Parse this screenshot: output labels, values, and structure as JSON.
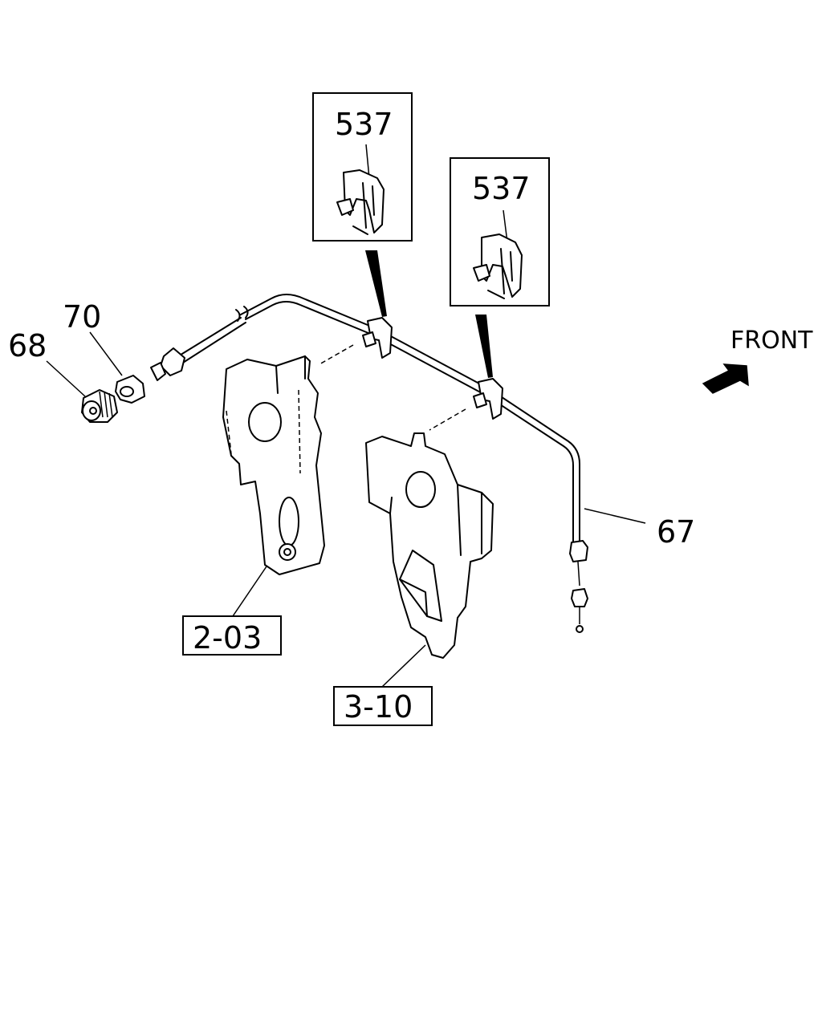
{
  "labels": {
    "front": "FRONT",
    "part_537_top": "537",
    "part_537_right": "537",
    "part_70": "70",
    "part_68": "68",
    "part_67": "67",
    "ref_2_03": "2-03",
    "ref_3_10": "3-10"
  },
  "icons": {
    "front_arrow": "arrow-up-right-icon"
  }
}
